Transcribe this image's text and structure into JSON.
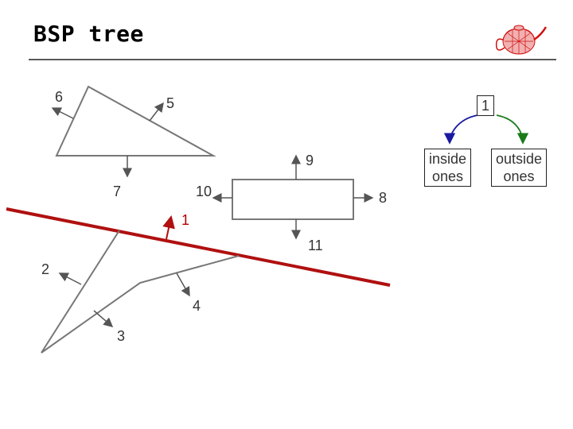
{
  "slide": {
    "title": "BSP tree",
    "logo_icon": "wireframe-teapot-icon"
  },
  "labels": {
    "l6": "6",
    "l5": "5",
    "l9": "9",
    "l7": "7",
    "l10": "10",
    "l8": "8",
    "l1": "1",
    "l11": "11",
    "l2": "2",
    "l4": "4",
    "l3": "3"
  },
  "tree": {
    "root": "1",
    "left": "inside ones",
    "right": "outside ones",
    "left_line1": "inside",
    "left_line2": "ones",
    "right_line1": "outside",
    "right_line2": "ones"
  },
  "colors": {
    "splitting_line": "#b01010",
    "inside_arrow": "#1a1aa0",
    "outside_arrow": "#1a7a1a",
    "shape_stroke": "#777777"
  }
}
